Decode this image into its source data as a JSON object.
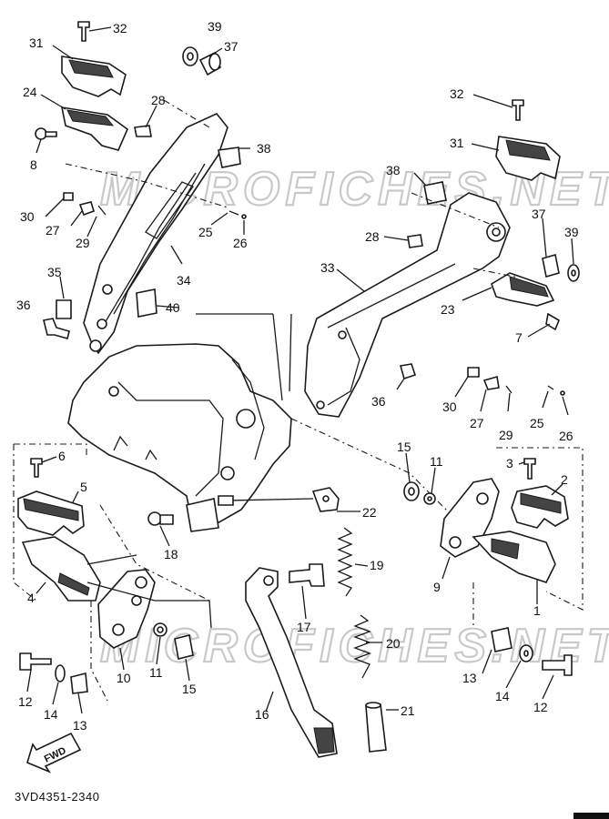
{
  "diagram": {
    "code": "3VD4351-2340",
    "watermark": "MICROFICHES.NET",
    "fwd_label": "FWD",
    "callouts": [
      {
        "id": "c-32-a",
        "text": "32"
      },
      {
        "id": "c-31-a",
        "text": "31"
      },
      {
        "id": "c-39-a",
        "text": "39"
      },
      {
        "id": "c-37-a",
        "text": "37"
      },
      {
        "id": "c-24",
        "text": "24"
      },
      {
        "id": "c-28-a",
        "text": "28"
      },
      {
        "id": "c-8",
        "text": "8"
      },
      {
        "id": "c-38-a",
        "text": "38"
      },
      {
        "id": "c-30-a",
        "text": "30"
      },
      {
        "id": "c-27-a",
        "text": "27"
      },
      {
        "id": "c-29-a",
        "text": "29"
      },
      {
        "id": "c-25-a",
        "text": "25"
      },
      {
        "id": "c-26-a",
        "text": "26"
      },
      {
        "id": "c-34",
        "text": "34"
      },
      {
        "id": "c-35",
        "text": "35"
      },
      {
        "id": "c-36-a",
        "text": "36"
      },
      {
        "id": "c-40",
        "text": "40"
      },
      {
        "id": "c-32-b",
        "text": "32"
      },
      {
        "id": "c-31-b",
        "text": "31"
      },
      {
        "id": "c-38-b",
        "text": "38"
      },
      {
        "id": "c-37-b",
        "text": "37"
      },
      {
        "id": "c-39-b",
        "text": "39"
      },
      {
        "id": "c-28-b",
        "text": "28"
      },
      {
        "id": "c-33",
        "text": "33"
      },
      {
        "id": "c-23",
        "text": "23"
      },
      {
        "id": "c-7",
        "text": "7"
      },
      {
        "id": "c-36-b",
        "text": "36"
      },
      {
        "id": "c-30-b",
        "text": "30"
      },
      {
        "id": "c-27-b",
        "text": "27"
      },
      {
        "id": "c-29-b",
        "text": "29"
      },
      {
        "id": "c-25-b",
        "text": "25"
      },
      {
        "id": "c-26-b",
        "text": "26"
      },
      {
        "id": "c-6",
        "text": "6"
      },
      {
        "id": "c-5",
        "text": "5"
      },
      {
        "id": "c-4",
        "text": "4"
      },
      {
        "id": "c-15-a",
        "text": "15"
      },
      {
        "id": "c-11-a",
        "text": "11"
      },
      {
        "id": "c-3",
        "text": "3"
      },
      {
        "id": "c-2",
        "text": "2"
      },
      {
        "id": "c-22",
        "text": "22"
      },
      {
        "id": "c-18",
        "text": "18"
      },
      {
        "id": "c-19",
        "text": "19"
      },
      {
        "id": "c-9",
        "text": "9"
      },
      {
        "id": "c-1",
        "text": "1"
      },
      {
        "id": "c-17",
        "text": "17"
      },
      {
        "id": "c-20",
        "text": "20"
      },
      {
        "id": "c-10",
        "text": "10"
      },
      {
        "id": "c-11-b",
        "text": "11"
      },
      {
        "id": "c-15-b",
        "text": "15"
      },
      {
        "id": "c-12-a",
        "text": "12"
      },
      {
        "id": "c-14-a",
        "text": "14"
      },
      {
        "id": "c-13-a",
        "text": "13"
      },
      {
        "id": "c-16",
        "text": "16"
      },
      {
        "id": "c-21",
        "text": "21"
      },
      {
        "id": "c-13-b",
        "text": "13"
      },
      {
        "id": "c-14-b",
        "text": "14"
      },
      {
        "id": "c-12-b",
        "text": "12"
      }
    ]
  }
}
